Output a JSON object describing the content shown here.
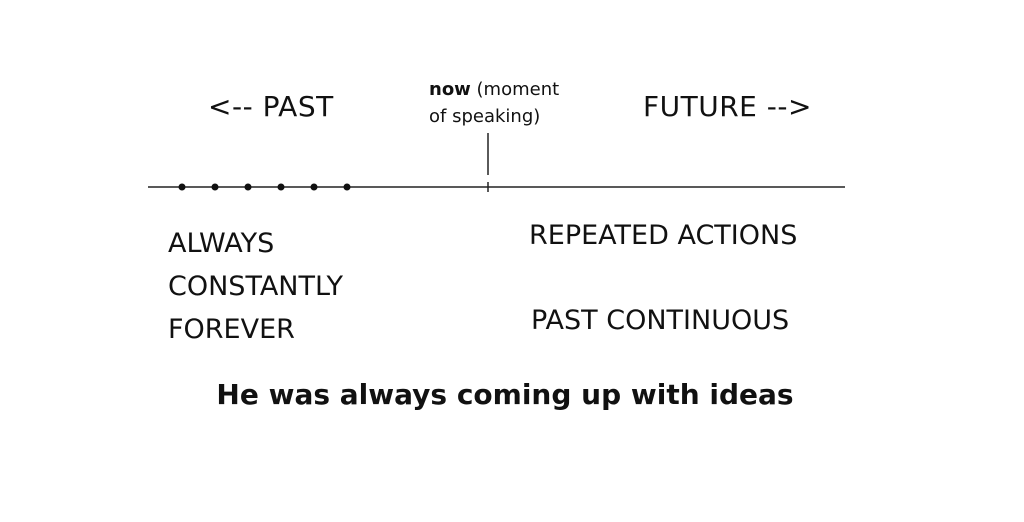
{
  "diagram": {
    "past_label": "<-- PAST",
    "future_label": "FUTURE -->",
    "now": {
      "bold": "now",
      "line1_rest": " (moment",
      "line2": "of speaking)"
    },
    "adverbs": [
      "ALWAYS",
      "CONSTANTLY",
      "FOREVER"
    ],
    "repeated_actions": "REPEATED ACTIONS",
    "tense": "PAST CONTINUOUS",
    "example_sentence": "He was always coming up with ideas",
    "past_points": 6
  }
}
